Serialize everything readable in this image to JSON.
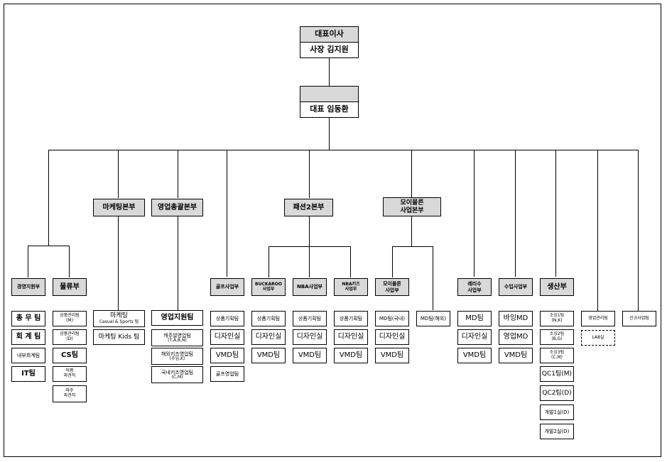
{
  "top": {
    "ceo1_title": "대표이사",
    "ceo1_name": "사장 김지원",
    "ceo2_title": "",
    "ceo2_name": "대표 임동환"
  },
  "divisions": {
    "marketing": "마케팅본부",
    "sales": "영업총괄본부",
    "fashion2": "패션2본부",
    "moi_1": "모이몰른",
    "moi_2": "사업본부"
  },
  "depts": {
    "mgmt": "경영지원부",
    "logistics": "물류부",
    "golf": "골프사업부",
    "buckaroo_1": "BUCKAROO",
    "buckaroo_2": "사업부",
    "nba": "NBA사업부",
    "nbakids_1": "NBA키즈",
    "nbakids_2": "사업부",
    "moi_1": "모이몰른",
    "moi_2": "사업부",
    "moi_overseas": "MD팀(해외)",
    "renoma_1": "레리수",
    "renoma_2": "사업부",
    "import": "수입사업부",
    "production": "생산부",
    "sales_mgmt": "영업관리팀",
    "new_biz": "신규사업팀"
  },
  "teams": {
    "mgmt": [
      "총 무 팀",
      "회 계 팀",
      "내부회계팀",
      "IT팀"
    ],
    "logistics": [
      {
        "main": "상품관리팀",
        "sub": "(M)"
      },
      {
        "main": "상품관리팀",
        "sub": "(D)"
      },
      {
        "main": "CS팀",
        "sub": ""
      },
      {
        "main": "덕평",
        "sub": "파견직"
      },
      {
        "main": "파주",
        "sub": "파견직"
      }
    ],
    "marketing": [
      {
        "main": "마케팅",
        "sub": "Casual & Sports 팀"
      },
      {
        "main": "마케팅 Kids 팀",
        "sub": ""
      }
    ],
    "sales": [
      {
        "main": "영업지원팀",
        "sub": ""
      },
      {
        "main": "캐주얼영업팀",
        "sub": "(T,A,B,N)"
      },
      {
        "main": "해외키즈영업팀",
        "sub": "(수입,K)"
      },
      {
        "main": "국내키즈영업팀",
        "sub": "(C,M)"
      }
    ],
    "golf": [
      "상품기획팀",
      "디자인실",
      "VMD팀",
      "골프영업팀"
    ],
    "buckaroo": [
      "상품기획팀",
      "디자인실",
      "VMD팀"
    ],
    "nba": [
      "상품기획팀",
      "디자인실",
      "VMD팀"
    ],
    "nbakids": [
      "상품기획팀",
      "디자인실",
      "VMD팀"
    ],
    "moi": [
      "MD팀(국내)",
      "디자인실",
      "VMD팀"
    ],
    "renoma": [
      "MD팀",
      "디자인실",
      "VMD팀"
    ],
    "import": [
      "바잉MD",
      "영업MD",
      "VMD팀"
    ],
    "production": [
      {
        "main": "소싱1팀",
        "sub": "(N,K)"
      },
      {
        "main": "소싱2팀",
        "sub": "(B,G)"
      },
      {
        "main": "소싱3팀",
        "sub": "(C,M)"
      },
      {
        "main": "QC1팀(M)",
        "sub": ""
      },
      {
        "main": "QC2팀(D)",
        "sub": ""
      },
      {
        "main": "개발1실(D)",
        "sub": ""
      },
      {
        "main": "개발2실(D)",
        "sub": ""
      }
    ],
    "sales_mgmt": [
      "LA8실"
    ]
  }
}
